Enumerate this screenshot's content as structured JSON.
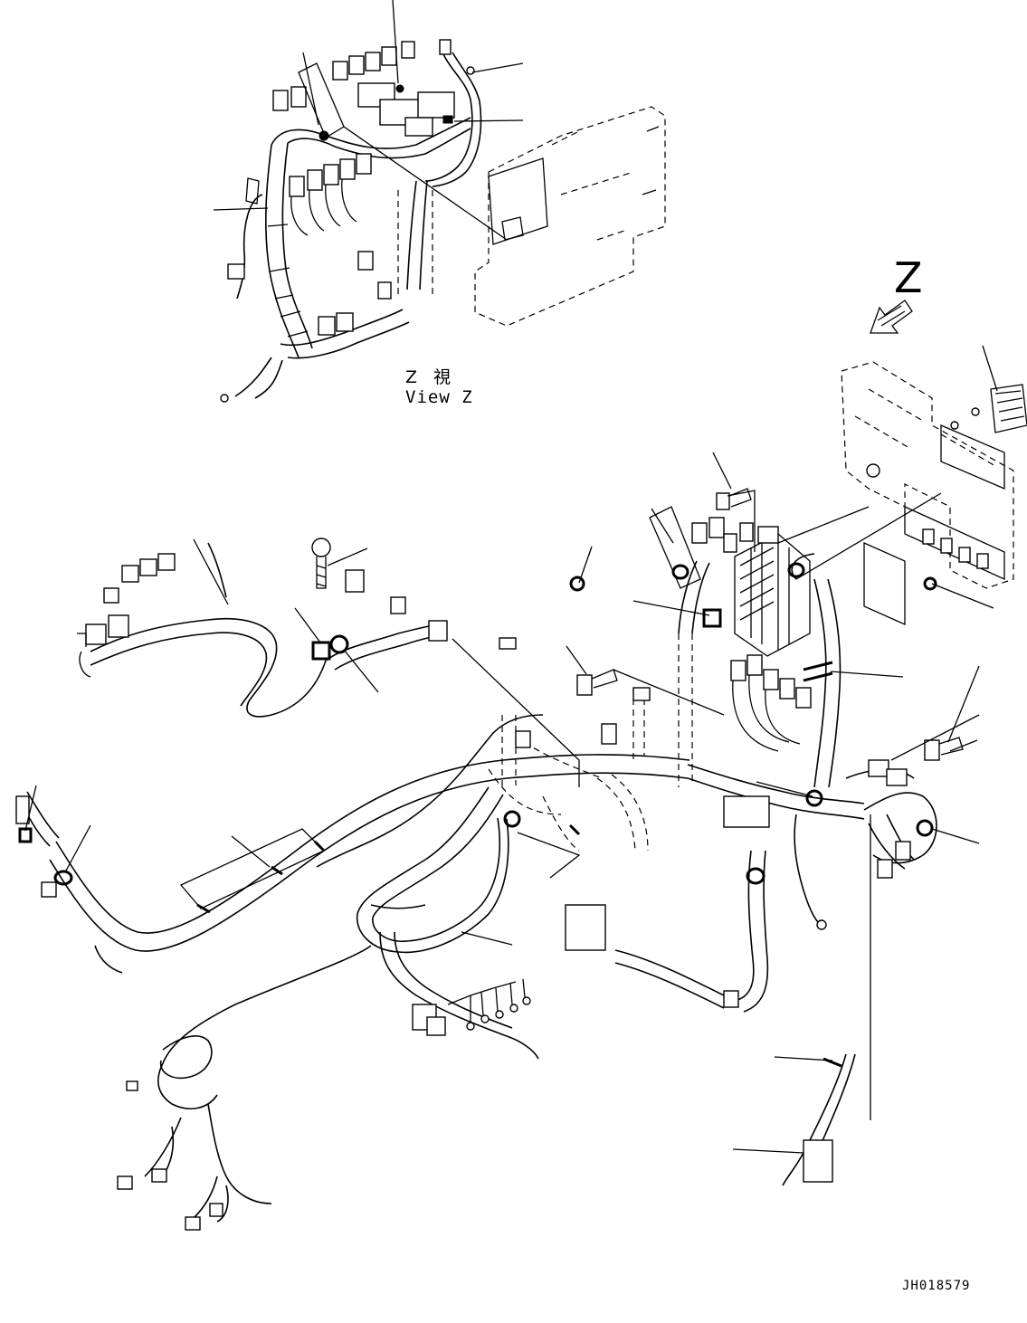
{
  "view_caption": {
    "japanese": "Z 視",
    "english": "View Z"
  },
  "view_direction_marker": "Z",
  "drawing_number": "JH018579"
}
